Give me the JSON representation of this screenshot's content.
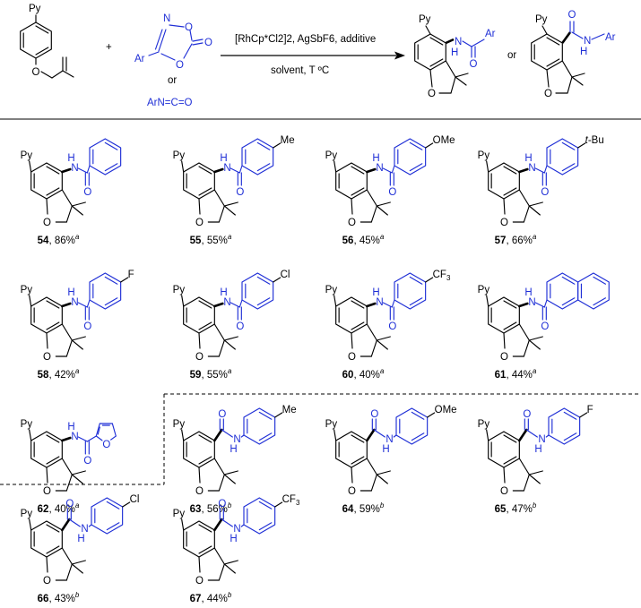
{
  "scheme": {
    "reactant_1": {
      "substituent": "Py"
    },
    "reactant_2": {
      "ring_atoms": [
        "N",
        "O",
        "O",
        "O"
      ],
      "substituent": "Ar"
    },
    "plus": "+",
    "or_reagents": "or",
    "isocyanate": "ArN=C=O",
    "conditions_line1": "[RhCp*Cl2]2, AgSbF6, additive",
    "conditions_line2": "solvent, T ºC",
    "product_a": {
      "py": "Py",
      "nh": "N",
      "h": "H",
      "o": "O",
      "ar": "Ar"
    },
    "or_products": "or",
    "product_b": {
      "py": "Py",
      "o": "O",
      "n": "N",
      "h": "H",
      "ar": "Ar"
    }
  },
  "amide_labels": {
    "py": "Py",
    "nh": "N",
    "h": "H",
    "o": "O",
    "ring_o": "O"
  },
  "carboxamide_labels": {
    "py": "Py",
    "o": "O",
    "n": "N",
    "h": "H",
    "ring_o": "O"
  },
  "compounds": [
    {
      "id": "54",
      "yield": "86%",
      "note": "a",
      "type": "amide",
      "aryl": "phenyl",
      "substituent": ""
    },
    {
      "id": "55",
      "yield": "55%",
      "note": "a",
      "type": "amide",
      "aryl": "phenyl",
      "substituent": "Me"
    },
    {
      "id": "56",
      "yield": "45%",
      "note": "a",
      "type": "amide",
      "aryl": "phenyl",
      "substituent": "OMe"
    },
    {
      "id": "57",
      "yield": "66%",
      "note": "a",
      "type": "amide",
      "aryl": "phenyl",
      "substituent": "t-Bu"
    },
    {
      "id": "58",
      "yield": "42%",
      "note": "a",
      "type": "amide",
      "aryl": "phenyl",
      "substituent": "F"
    },
    {
      "id": "59",
      "yield": "55%",
      "note": "a",
      "type": "amide",
      "aryl": "phenyl",
      "substituent": "Cl"
    },
    {
      "id": "60",
      "yield": "40%",
      "note": "a",
      "type": "amide",
      "aryl": "phenyl",
      "substituent": "CF3"
    },
    {
      "id": "61",
      "yield": "44%",
      "note": "a",
      "type": "amide",
      "aryl": "naphthyl",
      "substituent": ""
    },
    {
      "id": "62",
      "yield": "40%",
      "note": "a",
      "type": "amide",
      "aryl": "furyl",
      "substituent": ""
    },
    {
      "id": "63",
      "yield": "56%",
      "note": "b",
      "type": "carboxamide",
      "aryl": "phenyl",
      "substituent": "Me"
    },
    {
      "id": "64",
      "yield": "59%",
      "note": "b",
      "type": "carboxamide",
      "aryl": "phenyl",
      "substituent": "OMe"
    },
    {
      "id": "65",
      "yield": "47%",
      "note": "b",
      "type": "carboxamide",
      "aryl": "phenyl",
      "substituent": "F"
    },
    {
      "id": "66",
      "yield": "43%",
      "note": "b",
      "type": "carboxamide",
      "aryl": "phenyl",
      "substituent": "Cl"
    },
    {
      "id": "67",
      "yield": "44%",
      "note": "b",
      "type": "carboxamide",
      "aryl": "phenyl",
      "substituent": "CF3"
    }
  ],
  "colors": {
    "black": "#000000",
    "blue": "#1f2fd6"
  }
}
